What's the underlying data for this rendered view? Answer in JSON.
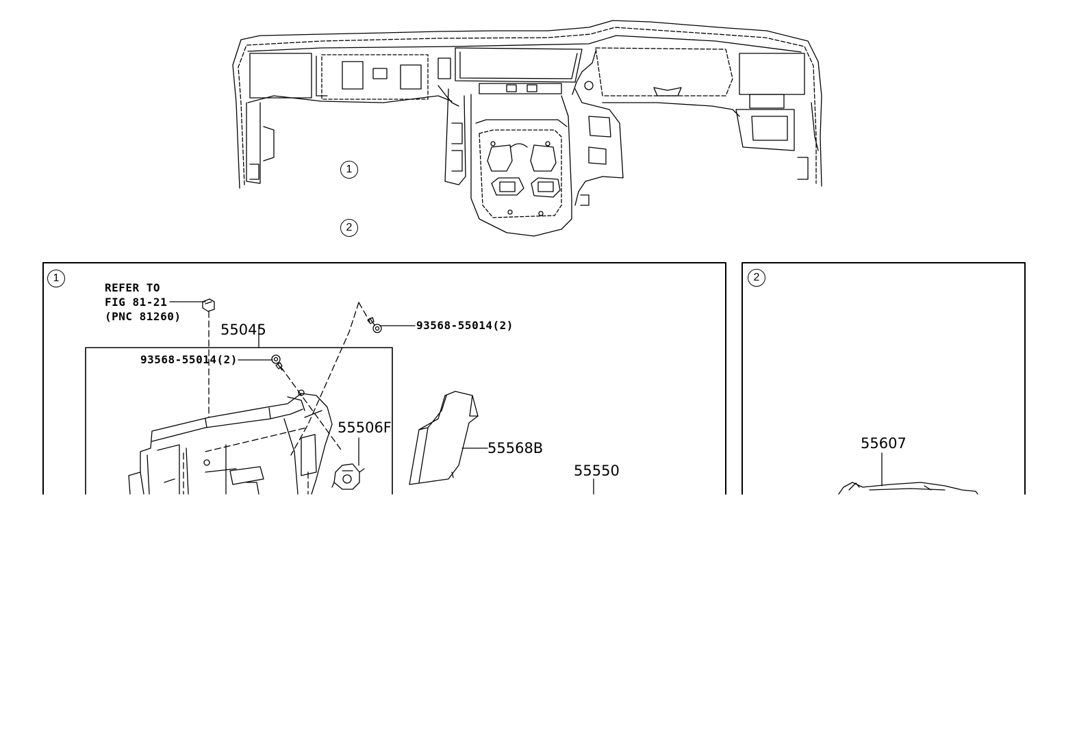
{
  "overview": {
    "callouts": [
      "1",
      "2"
    ]
  },
  "panel1": {
    "marker": "1",
    "refer_line1": "REFER TO",
    "refer_line2": "FIG 81-21",
    "refer_line3": "(PNC 81260)",
    "parts": {
      "p55045": "55045",
      "screw_inner": "93568-55014(2)",
      "screw_outer": "93568-55014(2)",
      "p55506F": "55506F",
      "p55568B": "55568B",
      "p55550": "55550"
    }
  },
  "panel2": {
    "marker": "2",
    "parts": {
      "p55607": "55607"
    }
  }
}
